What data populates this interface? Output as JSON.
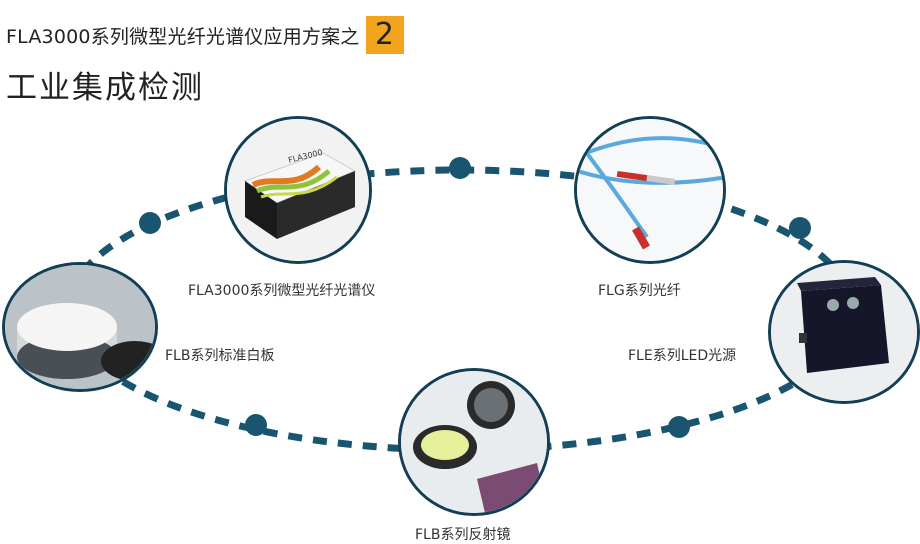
{
  "header": {
    "subtitle": "FLA3000系列微型光纤光谱仪应用方案之",
    "badge_number": "2",
    "title": "工业集成检测"
  },
  "nodes": [
    {
      "id": "spectrometer",
      "label": "FLA3000系列微型光纤光谱仪",
      "device_text": "FLA3000"
    },
    {
      "id": "fiber",
      "label": "FLG系列光纤"
    },
    {
      "id": "whiteboard",
      "label": "FLB系列标准白板"
    },
    {
      "id": "ledsource",
      "label": "FLE系列LED光源"
    },
    {
      "id": "mirror",
      "label": "FLB系列反射镜"
    }
  ],
  "colors": {
    "ring": "#1a5570",
    "dots": "#1a5570",
    "badge": "#f2a51c"
  }
}
